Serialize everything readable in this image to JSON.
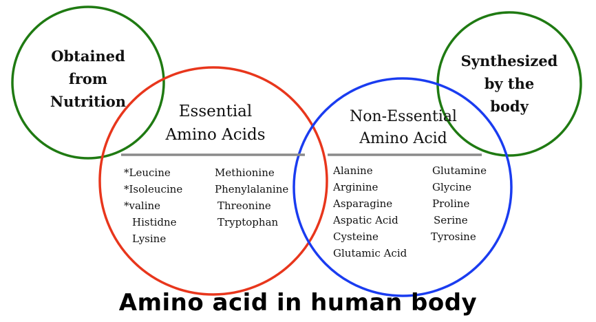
{
  "colors": {
    "nutrition_circle": "#1f7a12",
    "synthesized_circle": "#1f7a12",
    "essential_circle": "#e8361c",
    "nonessential_circle": "#1a3cf0",
    "divider": "#8a8a8a"
  },
  "nutrition": {
    "lines": [
      "Obtained",
      "from",
      "Nutrition"
    ]
  },
  "synthesized": {
    "lines": [
      "Synthesized",
      "by the",
      "body"
    ]
  },
  "essential": {
    "heading": [
      "Essential",
      "Amino Acids"
    ],
    "col1": [
      "*Leucine",
      "*Isoleucine",
      "*valine",
      "Histidne",
      "Lysine"
    ],
    "col2": [
      "Methionine",
      "Phenylalanine",
      "Threonine",
      "Tryptophan"
    ]
  },
  "nonessential": {
    "heading": [
      "Non-Essential",
      "Amino Acid"
    ],
    "col1": [
      "Alanine",
      "Arginine",
      "Asparagine",
      "Aspatic Acid",
      "Cysteine",
      "Glutamic Acid"
    ],
    "col2": [
      "Glutamine",
      "Glycine",
      "Proline",
      "Serine",
      "Tyrosine"
    ]
  },
  "title": "Amino acid in human body"
}
